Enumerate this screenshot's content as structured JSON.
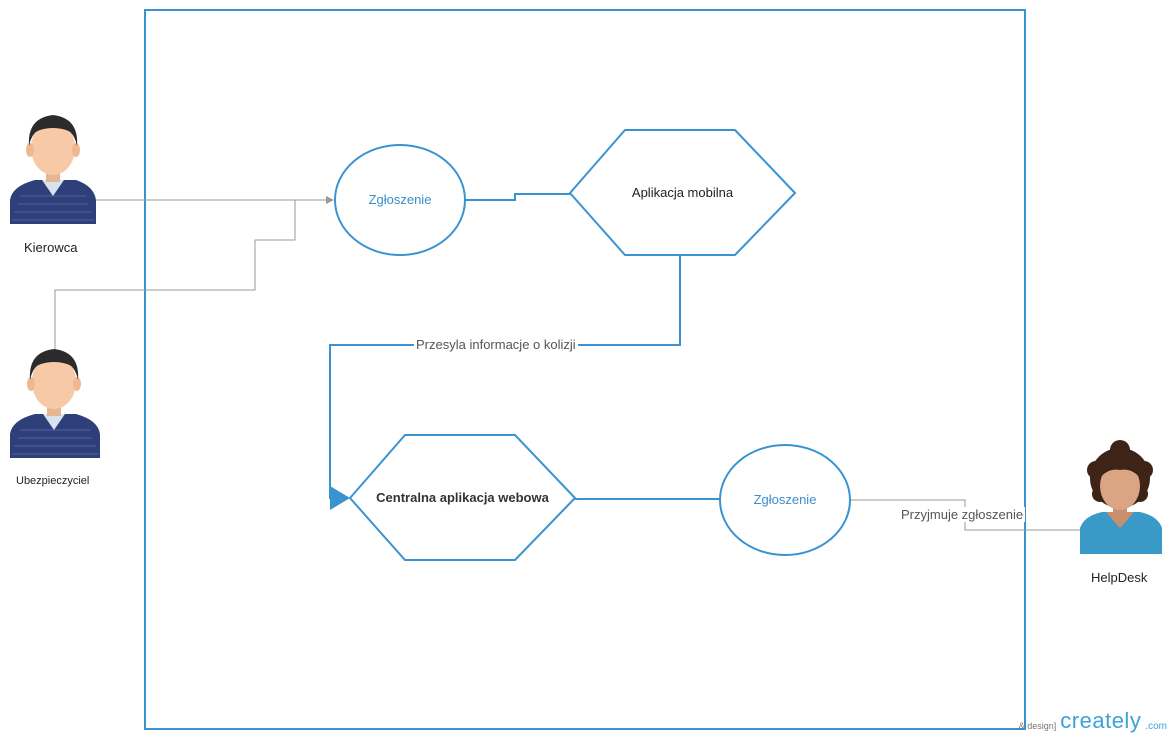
{
  "actors": [
    {
      "id": "kierowca",
      "label": "Kierowca"
    },
    {
      "id": "ubezpieczyciel",
      "label": "Ubezpieczyciel"
    },
    {
      "id": "helpdesk",
      "label": "HelpDesk"
    }
  ],
  "nodes": {
    "usecase_top": "Zgłoszenie",
    "system_mobile": "Aplikacja mobilna",
    "system_web": "Centralna aplikacja webowa",
    "usecase_bottom": "Zgłoszenie"
  },
  "edges": {
    "transfer_label": "Przesyla informacje o kolizji",
    "accept_label": "Przyjmuje zgłoszenie"
  },
  "watermark": {
    "prefix": "& design]",
    "logo": "creately",
    "suffix": ".com"
  },
  "colors": {
    "boundary": "#3a93d1",
    "shape_stroke": "#3a93d1",
    "connector": "#999999",
    "usecase_text": "#3a8fc8"
  }
}
